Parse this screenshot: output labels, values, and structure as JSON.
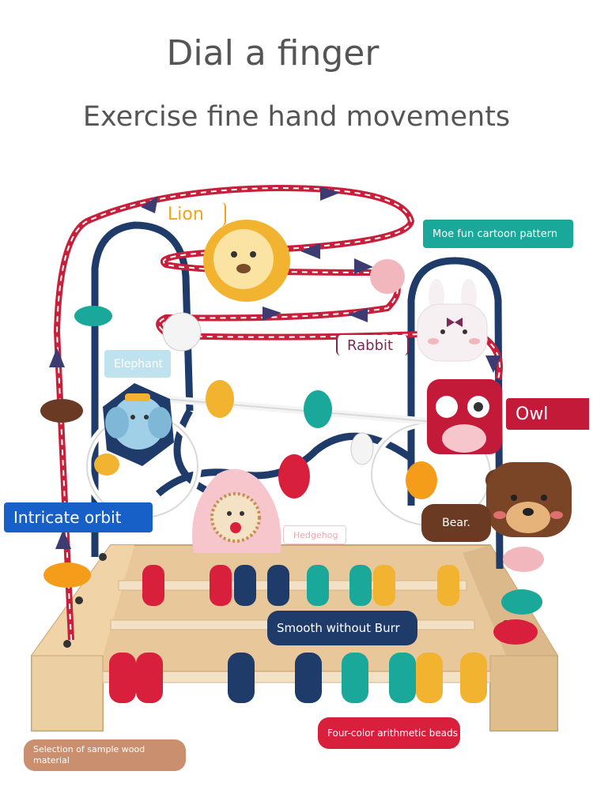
{
  "heading": "Dial a finger",
  "subheading": "Exercise fine hand movements",
  "labels": {
    "lion": "Lion",
    "moe": "Moe fun cartoon pattern",
    "rabbit": "Rabbit",
    "elephant": "Elephant",
    "owl": "Owl",
    "orbit": "Intricate orbit",
    "bear": "Bear.",
    "hedgehog": "Hedgehog",
    "smooth": "Smooth without Burr",
    "beads": "Four-color arithmetic beads",
    "wood": "Selection of sample wood material"
  },
  "colors": {
    "red": "#d8203c",
    "navy": "#1f3b6a",
    "teal": "#1aa89b",
    "yellow": "#f2b331",
    "wood": "#e8c89b",
    "orange": "#f59c1a",
    "owl_red": "#c41a3a",
    "bead_pink": "#f2b6bd"
  }
}
